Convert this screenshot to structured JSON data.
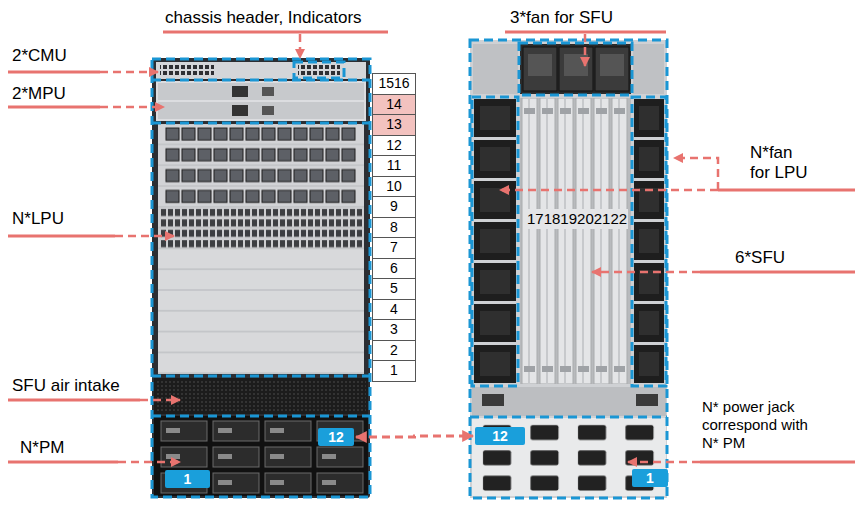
{
  "diagram": {
    "nodes": [
      {
        "text": [
          "12"
        ]
      },
      {
        "text": [
          "1"
        ]
      },
      {
        "text": [
          "12"
        ]
      },
      {
        "text": [
          "1"
        ]
      }
    ],
    "edges": [
      {
        "from": 0,
        "to": 2,
        "arrow": "both"
      }
    ],
    "labels": [
      "chassis header, Indicators",
      "3*fan for SFU",
      "2*CMU",
      "2*MPU",
      "1516",
      "14",
      "13",
      "12",
      "11",
      "10",
      "9",
      "8",
      "7",
      "6",
      "5",
      "4",
      "3",
      "2",
      "1",
      "N*fan for LPU",
      "N*LPU",
      "171819202122",
      "6*SFU",
      "SFU air intake",
      "N* power jack correspond with N* PM",
      "N*PM"
    ]
  }
}
